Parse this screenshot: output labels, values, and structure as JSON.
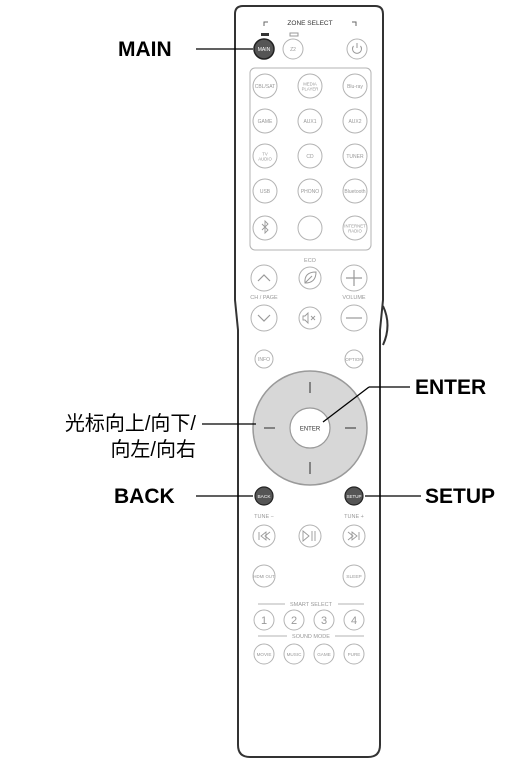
{
  "callouts": {
    "main": "MAIN",
    "enter": "ENTER",
    "cursor_line1": "光标向上/向下/",
    "cursor_line2": "向左/向右",
    "back": "BACK",
    "setup": "SETUP"
  },
  "remote": {
    "zone_select": "ZONE SELECT",
    "zone_buttons": [
      "MAIN",
      "Z2"
    ],
    "source_buttons": [
      [
        "CBL/SAT",
        "MEDIA PLAYER",
        "Blu-ray"
      ],
      [
        "GAME",
        "AUX1",
        "AUX2"
      ],
      [
        "TV AUDIO",
        "CD",
        "TUNER"
      ],
      [
        "USB",
        "PHONO",
        "Bluetooth"
      ],
      [
        "",
        "",
        "INTERNET RADIO"
      ]
    ],
    "eco_label": "ECO",
    "ch_page_label": "CH / PAGE",
    "volume_label": "VOLUME",
    "info_label": "INFO",
    "option_label": "OPTION",
    "enter_label": "ENTER",
    "back_label": "BACK",
    "setup_label": "SETUP",
    "tune_minus": "TUNE −",
    "tune_plus": "TUNE +",
    "hdmi_out": "HDMI OUT",
    "sleep": "SLEEP",
    "smart_select": "SMART SELECT",
    "smart_buttons": [
      "1",
      "2",
      "3",
      "4"
    ],
    "sound_mode": "SOUND MODE",
    "sound_buttons": [
      "MOVIE",
      "MUSIC",
      "GAME",
      "PURE"
    ]
  },
  "colors": {
    "body_outline": "#333333",
    "button_outline": "#b3b3b3",
    "label_gray": "#999999",
    "pad_fill": "#d7d7d7",
    "highlight_fill": "#4d4d4d"
  }
}
